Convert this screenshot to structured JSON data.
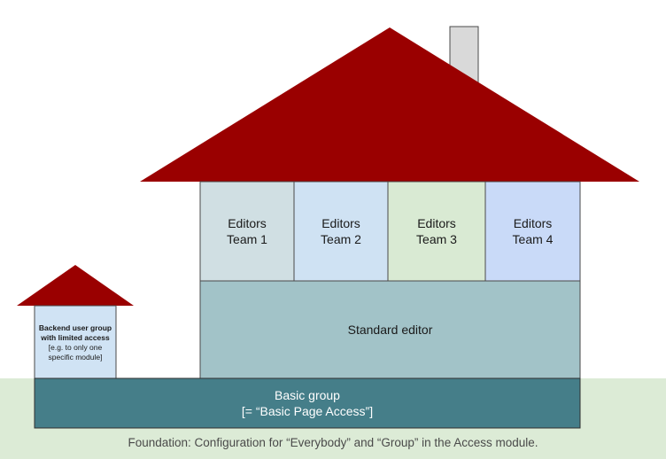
{
  "colors": {
    "roof": "#9a0000",
    "chimney": "#d9d9d9",
    "ground": "#dcebd6",
    "basic_group": "#457e89",
    "standard_editor": "#a2c3c8",
    "team1": "#d0dfe3",
    "team2": "#cfe2f3",
    "team3": "#d9ead3",
    "team4": "#c9daf8",
    "small_house_wall": "#d0e3f4"
  },
  "small_house": {
    "title": "Backend user group with limited access",
    "note": "[e.g. to only one specific module]"
  },
  "teams": [
    {
      "line1": "Editors",
      "line2": "Team 1"
    },
    {
      "line1": "Editors",
      "line2": "Team 2"
    },
    {
      "line1": "Editors",
      "line2": "Team 3"
    },
    {
      "line1": "Editors",
      "line2": "Team 4"
    }
  ],
  "standard_editor": {
    "label": "Standard editor"
  },
  "basic_group": {
    "line1": "Basic group",
    "line2": "[= “Basic Page Access”]"
  },
  "foundation": {
    "label": "Foundation: Configuration for “Everybody” and “Group” in the Access module."
  }
}
